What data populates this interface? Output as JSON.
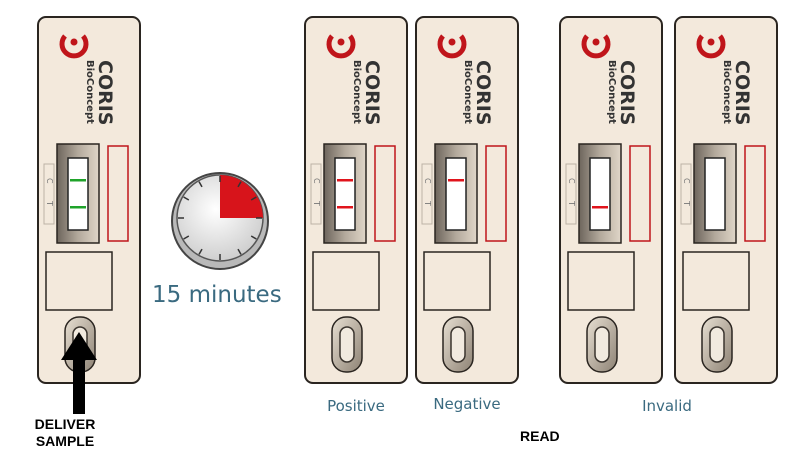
{
  "brand": {
    "name": "CORIS",
    "sub": "BioConcept"
  },
  "window_letters": {
    "c": "C",
    "t": "T"
  },
  "timer": {
    "label": "15 minutes"
  },
  "instruction": {
    "line1": "DELIVER",
    "line2": "SAMPLE"
  },
  "results": {
    "positive": "Positive",
    "negative": "Negative",
    "invalid": "Invalid",
    "read": "READ"
  },
  "colors": {
    "line_green": "#1fa32a",
    "line_red": "#e0141c",
    "label_blue": "#3a6a80",
    "cassette_fill": "#f3e9dc"
  }
}
